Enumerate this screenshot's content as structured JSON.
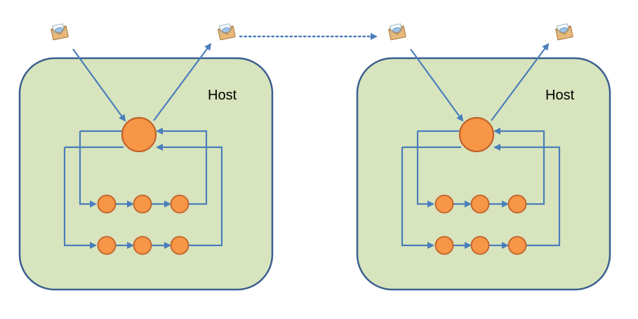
{
  "colors": {
    "host_fill": "#d7e4bd",
    "host_stroke": "#3b5f8f",
    "node_fill": "#f79646",
    "node_stroke": "#c0602a",
    "arrow": "#4a7ebb",
    "dotted_link": "#4a7ebb",
    "envelope": "#e6b87a",
    "envelope_paper": "#f4f8ff",
    "envelope_lens": "#9ec3e6"
  },
  "hosts": [
    {
      "label": "Host",
      "inbound_icon": "message-icon",
      "outbound_icon": "message-icon",
      "hub": "hub-node",
      "pipelines": [
        {
          "stages": 3
        },
        {
          "stages": 3
        }
      ]
    },
    {
      "label": "Host",
      "inbound_icon": "message-icon",
      "outbound_icon": "message-icon",
      "hub": "hub-node",
      "pipelines": [
        {
          "stages": 3
        },
        {
          "stages": 3
        }
      ]
    }
  ],
  "links": [
    {
      "from": "host-1-outbound-message",
      "to": "host-2-inbound-message",
      "style": "dotted"
    }
  ]
}
